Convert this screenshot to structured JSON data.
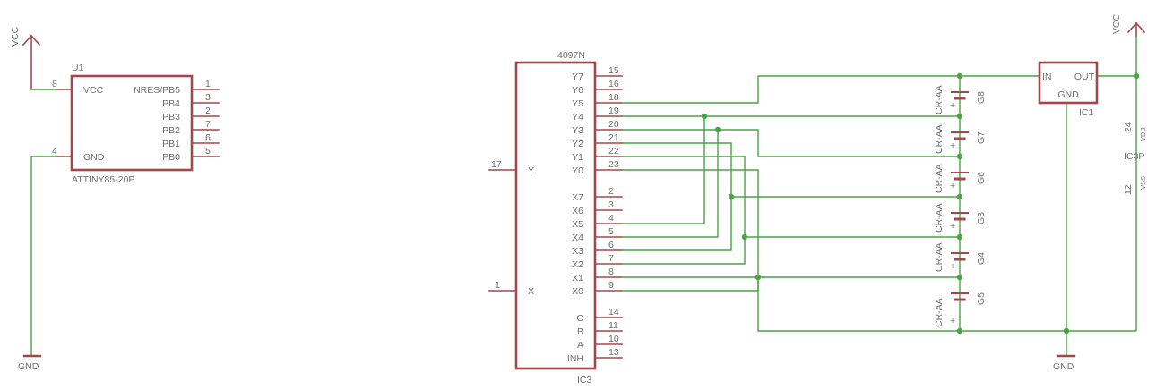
{
  "colors": {
    "symbol": "#a5474a",
    "net": "#4aa345",
    "text": "#6e6e6e",
    "background": "#ffffff"
  },
  "power": {
    "vcc": "VCC",
    "gnd": "GND"
  },
  "u1": {
    "ref": "U1",
    "value": "ATTINY85-20P",
    "pins": [
      {
        "num": "8",
        "name": "VCC"
      },
      {
        "num": "4",
        "name": "GND"
      },
      {
        "num": "1",
        "name": "NRES/PB5"
      },
      {
        "num": "3",
        "name": "PB4"
      },
      {
        "num": "2",
        "name": "PB3"
      },
      {
        "num": "7",
        "name": "PB2"
      },
      {
        "num": "6",
        "name": "PB1"
      },
      {
        "num": "5",
        "name": "PB0"
      }
    ]
  },
  "ic3": {
    "ref": "IC3",
    "value": "4097N",
    "left_pins": [
      {
        "num": "17",
        "name": "Y"
      },
      {
        "num": "1",
        "name": "X"
      }
    ],
    "right_pins": [
      {
        "num": "15",
        "name": "Y7"
      },
      {
        "num": "16",
        "name": "Y6"
      },
      {
        "num": "18",
        "name": "Y5"
      },
      {
        "num": "19",
        "name": "Y4"
      },
      {
        "num": "20",
        "name": "Y3"
      },
      {
        "num": "21",
        "name": "Y2"
      },
      {
        "num": "22",
        "name": "Y1"
      },
      {
        "num": "23",
        "name": "Y0"
      },
      {
        "num": "2",
        "name": "X7"
      },
      {
        "num": "3",
        "name": "X6"
      },
      {
        "num": "4",
        "name": "X5"
      },
      {
        "num": "5",
        "name": "X4"
      },
      {
        "num": "6",
        "name": "X3"
      },
      {
        "num": "7",
        "name": "X2"
      },
      {
        "num": "8",
        "name": "X1"
      },
      {
        "num": "9",
        "name": "X0"
      },
      {
        "num": "14",
        "name": "C"
      },
      {
        "num": "11",
        "name": "B"
      },
      {
        "num": "10",
        "name": "A"
      },
      {
        "num": "13",
        "name": "INH"
      }
    ]
  },
  "cells": [
    {
      "ref": "G8",
      "value": "CR-AA"
    },
    {
      "ref": "G7",
      "value": "CR-AA"
    },
    {
      "ref": "G6",
      "value": "CR-AA"
    },
    {
      "ref": "G3",
      "value": "CR-AA"
    },
    {
      "ref": "G4",
      "value": "CR-AA"
    },
    {
      "ref": "G5",
      "value": "CR-AA"
    }
  ],
  "cell_polarity": "+",
  "ic1": {
    "ref": "IC1",
    "pin_in": "IN",
    "pin_out": "OUT",
    "pin_gnd": "GND"
  },
  "ic3p": {
    "ref": "IC3P",
    "vdd_num": "24",
    "vdd_name": "VDD",
    "vss_num": "12",
    "vss_name": "VSS"
  }
}
